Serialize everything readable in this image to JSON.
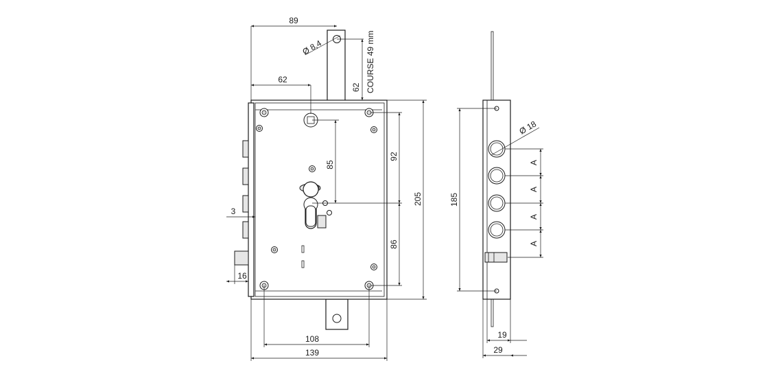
{
  "front_view": {
    "dims": {
      "width_89": "89",
      "hole_dia": "Ø 8,4",
      "course": "COURSE 49 mm",
      "plate_62": "62",
      "offset_62": "62",
      "dim_85": "85",
      "dim_92": "92",
      "dim_205": "205",
      "dim_86": "86",
      "dim_3": "3",
      "dim_16": "16",
      "dim_108": "108",
      "dim_139": "139"
    }
  },
  "side_view": {
    "dims": {
      "dim_185": "185",
      "bolt_dia": "Ø 18",
      "spacing": [
        "A",
        "A",
        "A",
        "A"
      ],
      "dim_19": "19",
      "dim_29": "29"
    }
  }
}
